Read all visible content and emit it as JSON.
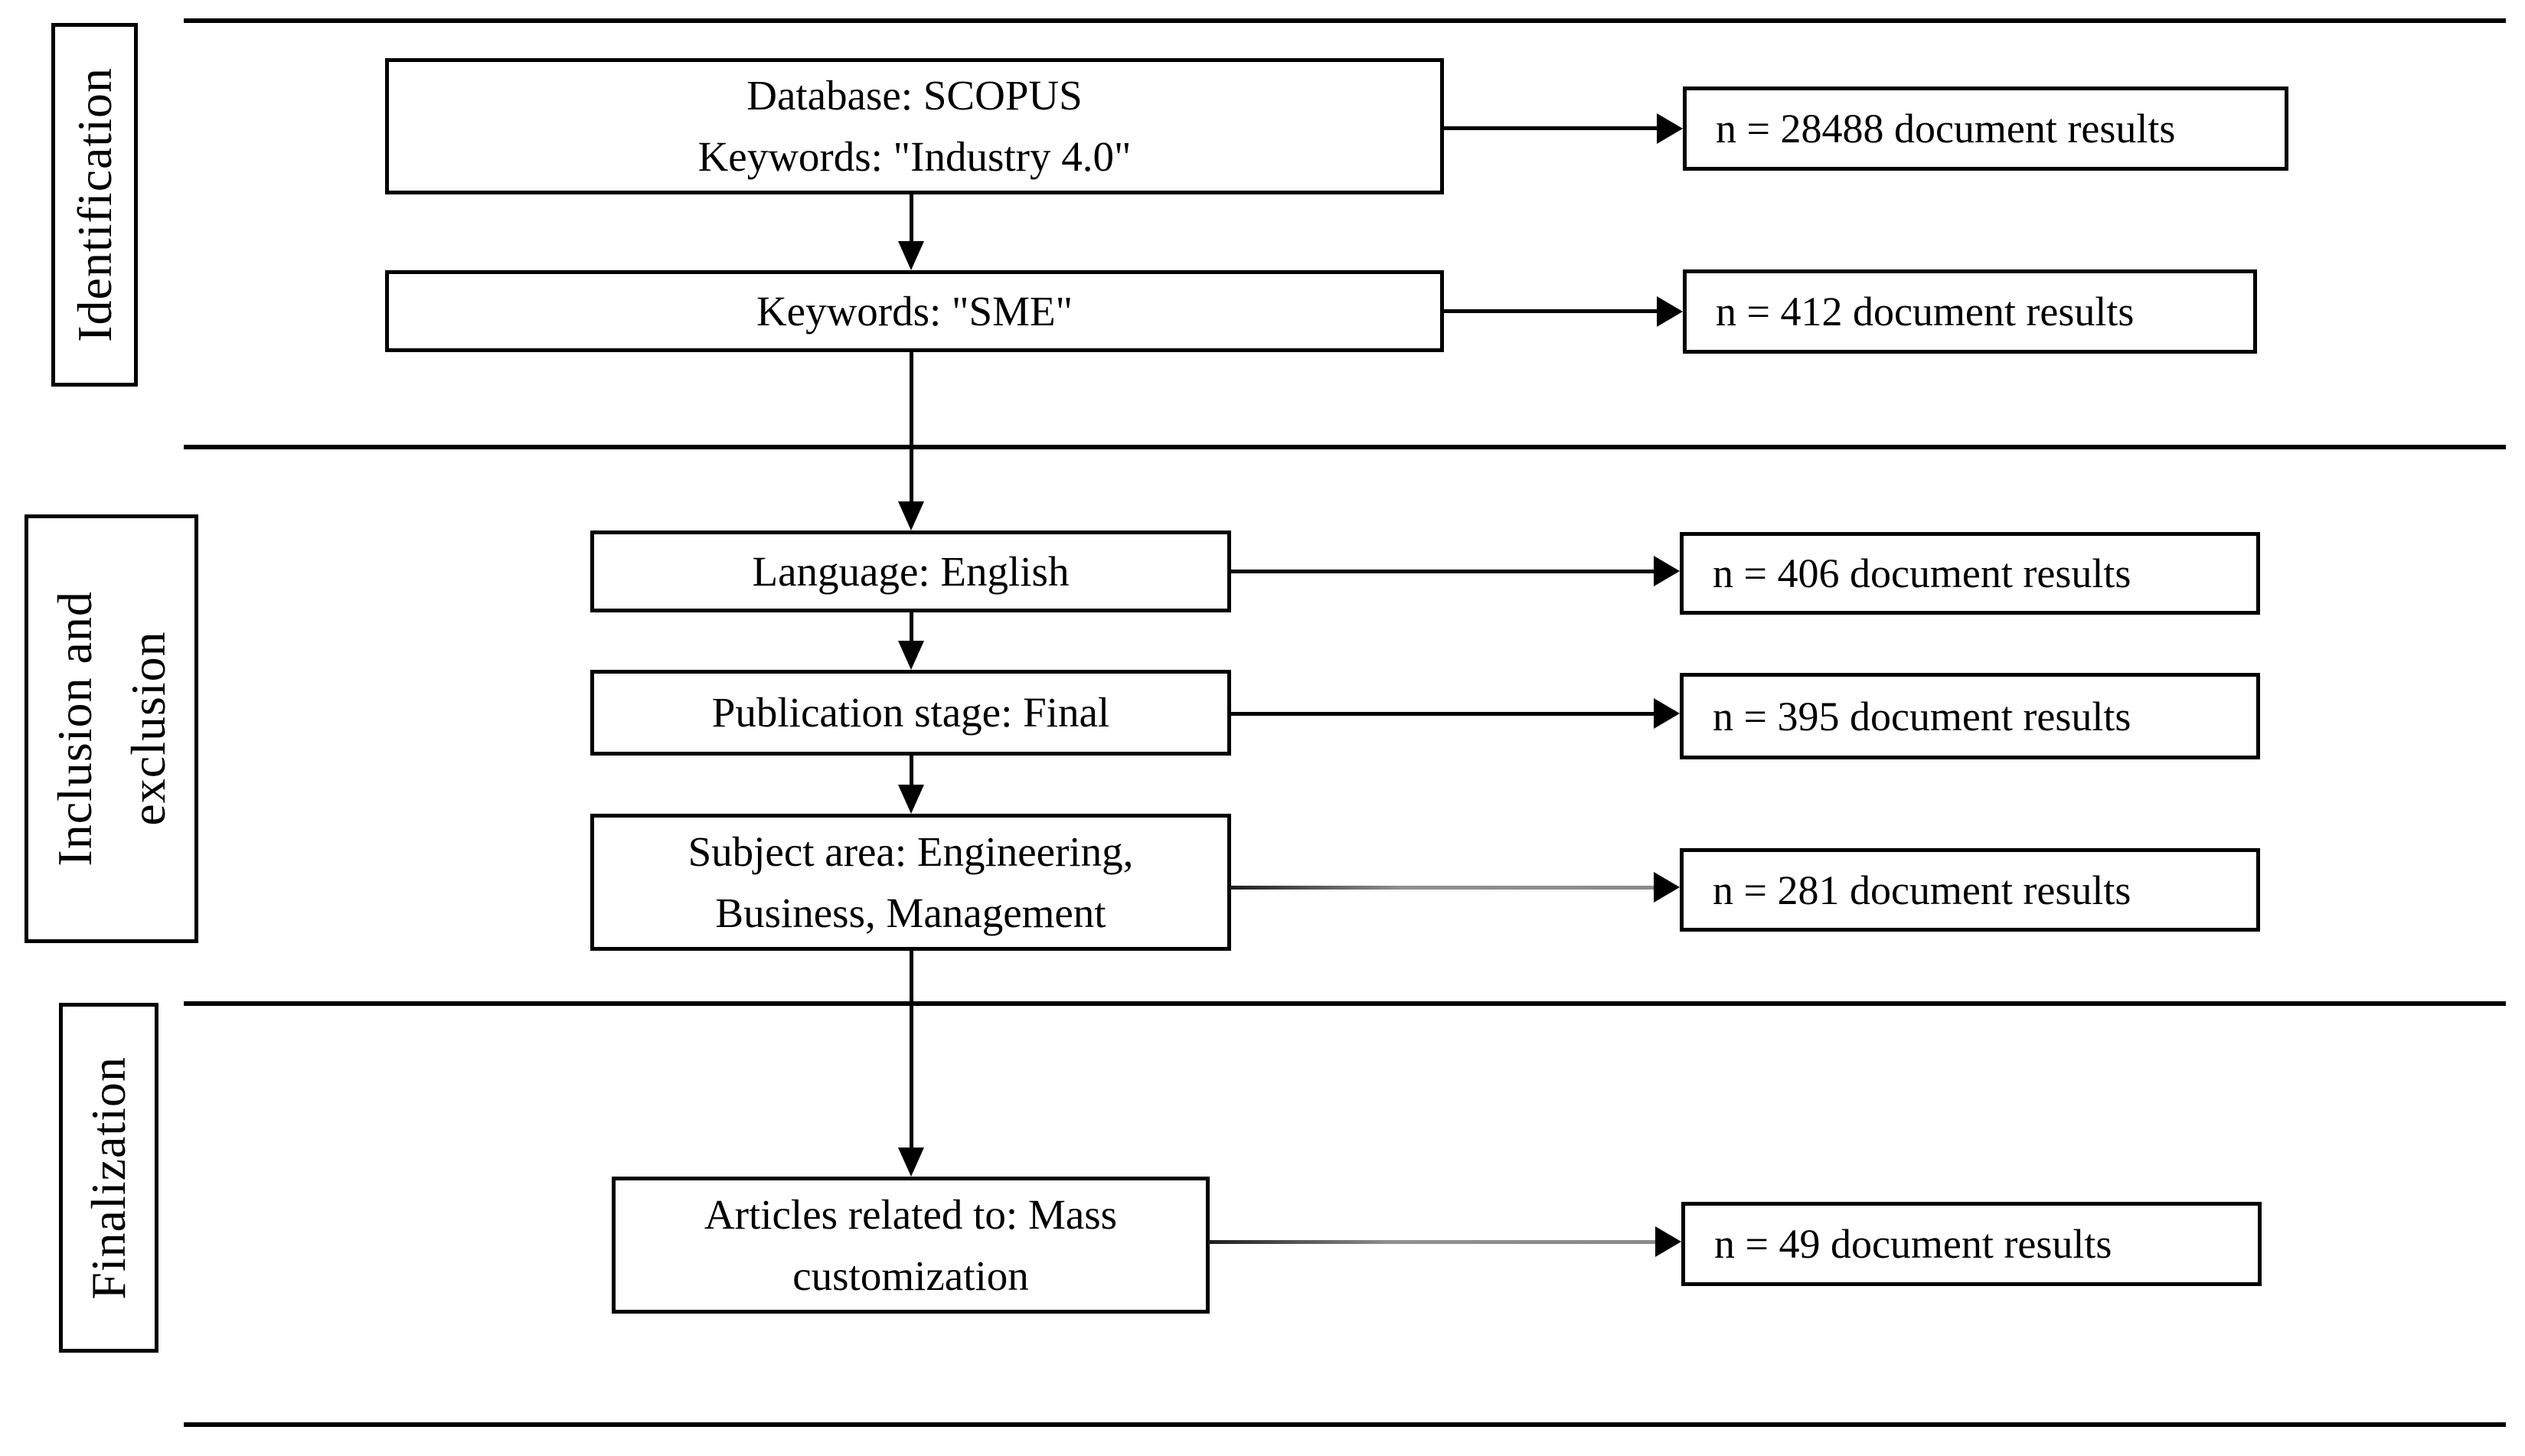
{
  "diagram": {
    "type": "prisma-literature-selection-flow",
    "stages": [
      {
        "label": "Identification"
      },
      {
        "label": "Inclusion and\nexclusion"
      },
      {
        "label": "Finalization"
      }
    ],
    "steps": [
      {
        "box": "Database: SCOPUS\nKeywords:  \"Industry 4.0\"",
        "result": "n = 28488 document results"
      },
      {
        "box": "Keywords: \"SME\"",
        "result": "n = 412 document results"
      },
      {
        "box": "Language: English",
        "result": "n = 406 document results"
      },
      {
        "box": "Publication stage: Final",
        "result": "n = 395 document results"
      },
      {
        "box": "Subject area: Engineering,\nBusiness, Management",
        "result": "n = 281 document results"
      },
      {
        "box": "Articles related to: Mass\ncustomization",
        "result": "n = 49 document results"
      }
    ],
    "colors": {
      "line": "#000000",
      "gray_connector": "#8a8a8a",
      "background": "#ffffff",
      "text": "#000000"
    }
  }
}
